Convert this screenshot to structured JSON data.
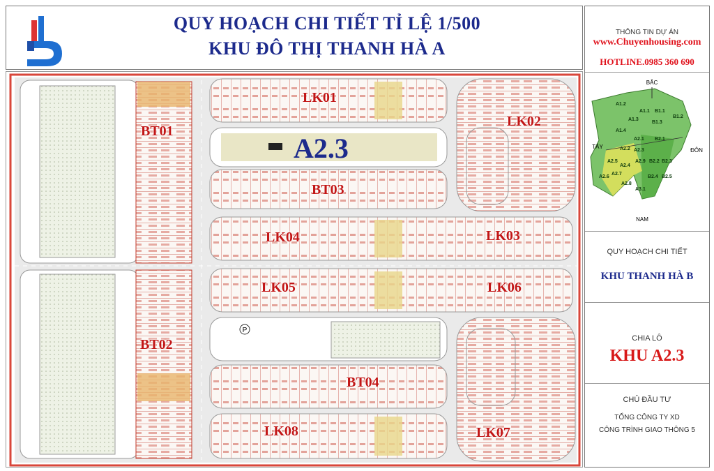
{
  "header": {
    "title_line1": "QUY HOẠCH CHI TIẾT TỈ LỆ 1/500",
    "title_line2": "KHU ĐÔ THỊ THANH HÀ A"
  },
  "panel": {
    "info_label": "THÔNG TIN DỰ ÁN",
    "website": "www.Chuyenhousing.com",
    "hotline": "HOTLINE.0985 360 690",
    "directions": {
      "north": "BẮC",
      "west": "TÂY",
      "east": "ĐÔN",
      "south": "NAM"
    },
    "minimap_labels": [
      "A1.2",
      "A1.1",
      "A1.3",
      "B1.1",
      "B1.2",
      "B1.3",
      "A1.4",
      "A2.1",
      "B2.1",
      "A2.2",
      "A2.3",
      "A2.4",
      "A2.5",
      "A2.6",
      "A2.7",
      "A2.8",
      "A2.9",
      "B2.2",
      "B2.4",
      "B2.5",
      "B2.3",
      "A3.1"
    ],
    "plan_label": "QUY HOẠCH CHI TIẾT",
    "area_b": "KHU THANH HÀ B",
    "chia_lo_label": "CHIA LÔ",
    "khu_word": "KHU",
    "khu_code": "A2.3",
    "investor_label": "CHỦ ĐẦU TƯ",
    "investor_line1": "TỔNG CÔNG TY XD",
    "investor_line2": "CÔNG TRÌNH GIAO THÔNG 5"
  },
  "map": {
    "zone_title": "A2.3",
    "blocks": [
      "LK01",
      "LK02",
      "BT01",
      "BT03",
      "LK04",
      "LK03",
      "LK05",
      "LK06",
      "BT02",
      "BT04",
      "LK08",
      "LK07"
    ],
    "parking_symbol": "P",
    "colors": {
      "road": "#d6d6d6",
      "plot_line": "#c0392b",
      "green": "#e3e9d6",
      "yellow": "#e8d68a",
      "orange": "#e9b46b",
      "title_blue": "#1c2a8c",
      "label_red": "#c21616"
    }
  }
}
